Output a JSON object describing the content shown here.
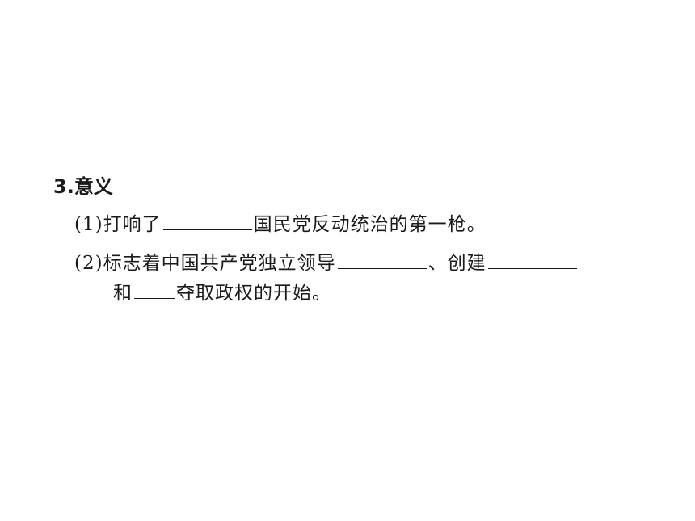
{
  "section": {
    "heading": "3.意义"
  },
  "items": [
    {
      "prefix": "(1)打响了",
      "suffix": "国民党反动统治的第一枪。"
    },
    {
      "prefix": "(2)标志着中国共产党独立领导",
      "middle": "、创建",
      "continuation_prefix": "和",
      "continuation_suffix": "夺取政权的开始。"
    }
  ]
}
